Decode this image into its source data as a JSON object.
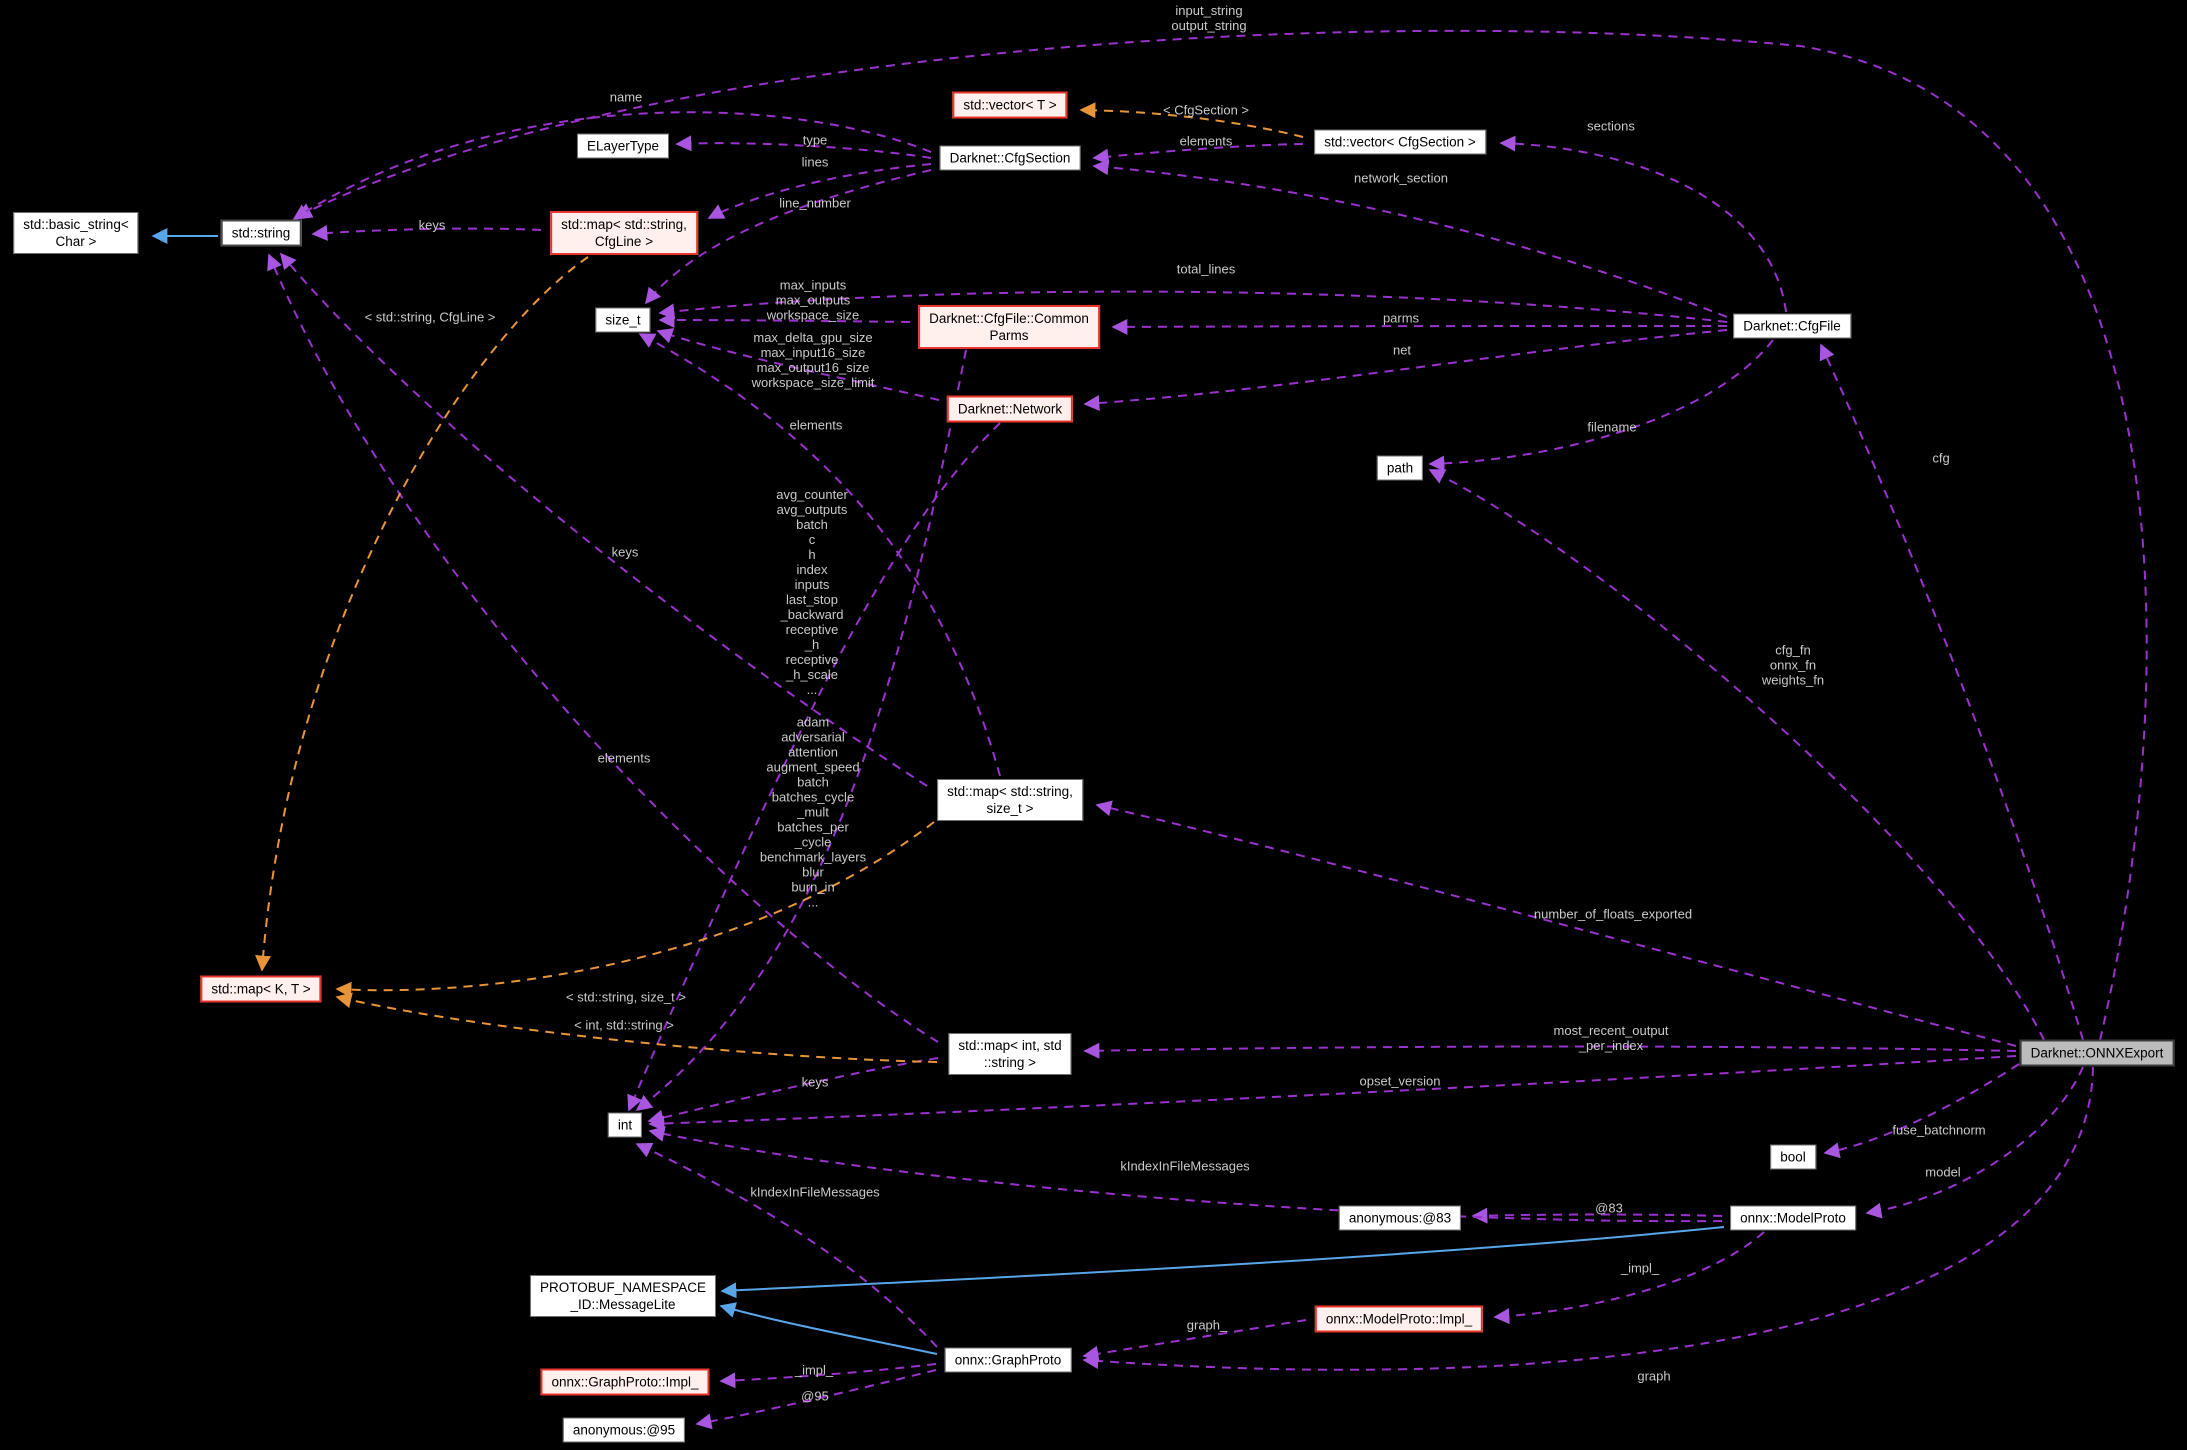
{
  "nodes": {
    "basic_string": "std::basic_string<\nChar >",
    "std_string": "std::string",
    "elayertype": "ELayerType",
    "vector_t": "std::vector< T >",
    "cfgsection": "Darknet::CfgSection",
    "vector_cfgsection": "std::vector< CfgSection >",
    "cfgfile": "Darknet::CfgFile",
    "map_string_cfgline": "std::map< std::string,\nCfgLine >",
    "size_t": "size_t",
    "commonparms": "Darknet::CfgFile::Common\nParms",
    "network": "Darknet::Network",
    "path": "path",
    "map_string_sizet": "std::map< std::string,\nsize_t >",
    "map_k_t": "std::map< K, T >",
    "map_int_string": "std::map< int, std\n::string >",
    "int": "int",
    "bool": "bool",
    "anon83": "anonymous:@83",
    "modelproto": "onnx::ModelProto",
    "messagelite": "PROTOBUF_NAMESPACE\n_ID::MessageLite",
    "modelproto_impl": "onnx::ModelProto::Impl_",
    "graphproto": "onnx::GraphProto",
    "graphproto_impl": "onnx::GraphProto::Impl_",
    "anon95": "anonymous:@95",
    "onnxexport": "Darknet::ONNXExport"
  },
  "edge_labels": {
    "input_output": "input_string\noutput_string",
    "name": "name",
    "tmpl_cfgsection": "< CfgSection >",
    "sections": "sections",
    "elements_top": "elements",
    "type": "type",
    "lines": "lines",
    "network_section": "network_section",
    "line_number": "line_number",
    "keys_top": "keys",
    "total_lines": "total_lines",
    "tmpl_string_cfgline": "< std::string, CfgLine >",
    "max_inputs_grp": "max_inputs\nmax_outputs\nworkspace_size",
    "parms": "parms",
    "max_delta_grp": "max_delta_gpu_size\nmax_input16_size\nmax_output16_size\nworkspace_size_limit",
    "net": "net",
    "elements_mid": "elements",
    "filename": "filename",
    "cfg": "cfg",
    "avg_grp": "avg_counter\navg_outputs\nbatch\nc\nh\nindex\ninputs\nlast_stop\n_backward\nreceptive\n_h\nreceptive\n_h_scale\n...",
    "keys_mid": "keys",
    "adam_grp": "adam\nadversarial\nattention\naugment_speed\nbatch\nbatches_cycle\n_mult\nbatches_per\n_cycle\nbenchmark_layers\nblur\nburn_in\n...",
    "elements_low": "elements",
    "cfg_fn_grp": "cfg_fn\nonnx_fn\nweights_fn",
    "number_floats": "number_of_floats_exported",
    "tmpl_string_sizet": "< std::string, size_t >",
    "tmpl_int_string": "< int, std::string >",
    "most_recent": "most_recent_output\n_per_index",
    "opset_version": "opset_version",
    "keys_low": "keys",
    "fuse_batchnorm": "fuse_batchnorm",
    "model": "model",
    "kindex_r": "kIndexInFileMessages",
    "k83": "@83",
    "kindex_l": "kIndexInFileMessages",
    "graph_underscore": "graph_",
    "impl_top": "_impl_",
    "graph2": "graph",
    "impl_bot": "_impl_",
    "at95": "@95"
  },
  "colors": {
    "background": "#000000",
    "edge_usage": "#9a32cd",
    "edge_template": "#e8953a",
    "edge_inheritance": "#58a6e8",
    "node_fill": "#ffffff",
    "node_truncated_border": "#e8342c",
    "node_truncated_fill": "#fff0ee",
    "node_current_fill": "#bcbcbc",
    "edge_label_text": "#c9c9c9"
  }
}
